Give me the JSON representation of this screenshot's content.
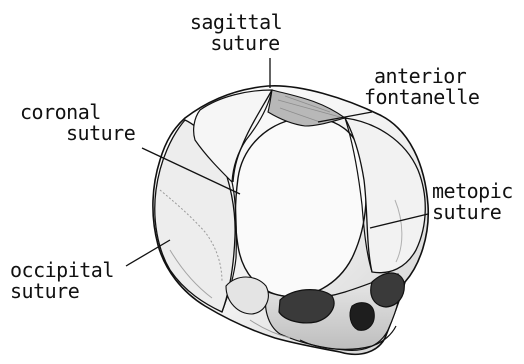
{
  "labels": {
    "sagittal_suture": {
      "line1": "sagittal",
      "line2": "suture"
    },
    "anterior_fontanelle": {
      "line1": "anterior",
      "line2": "fontanelle"
    },
    "coronal_suture": {
      "line1": "coronal",
      "line2": "suture"
    },
    "metopic_suture": {
      "line1": "metopic",
      "line2": "suture"
    },
    "occipital_suture": {
      "line1": "occipital",
      "line2": "suture"
    }
  },
  "colors": {
    "ink": "#111111",
    "bone": "#f4f4f4",
    "shadow": "#c8c8c8",
    "fontanelle": "#b5b5b5"
  }
}
